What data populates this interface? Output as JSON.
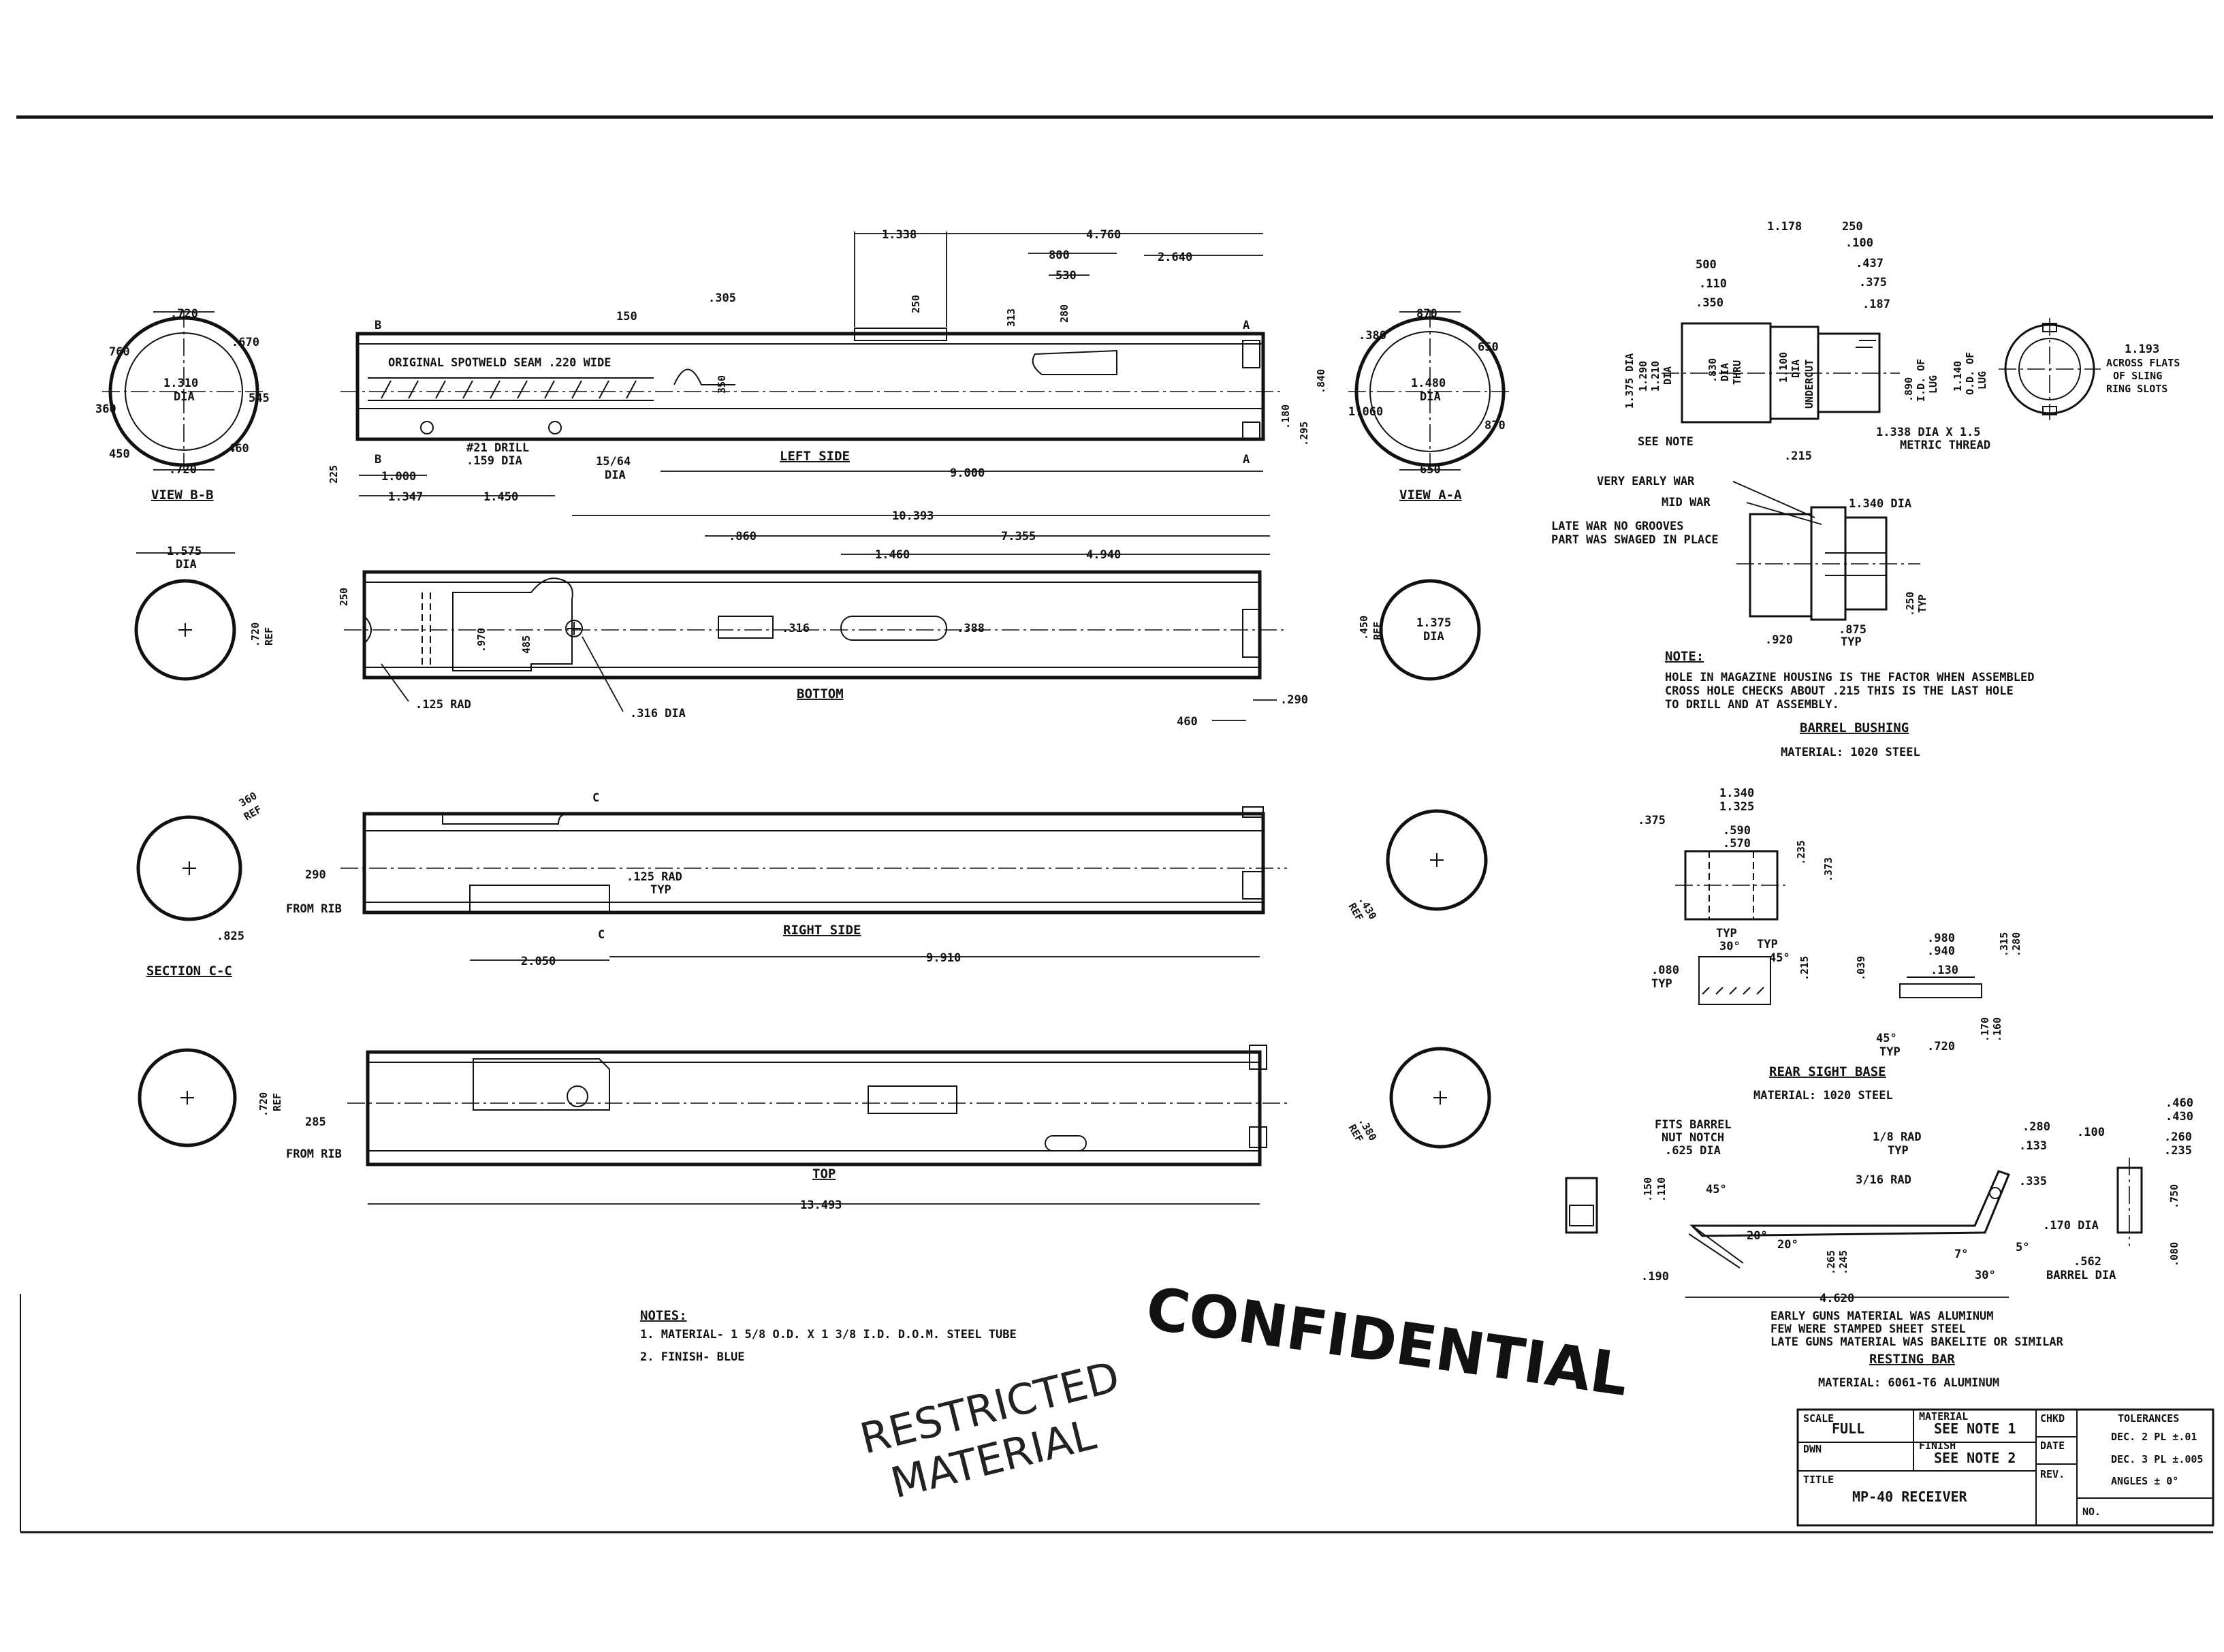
{
  "views": {
    "view_bb": {
      "title": "VIEW B-B",
      "dims": [
        ".720",
        "760",
        ".670",
        "1.310",
        "DIA",
        "545",
        "360",
        "460",
        "450",
        ".720"
      ]
    },
    "view_aa": {
      "title": "VIEW A-A",
      "dims": [
        "870",
        ".380",
        "650",
        "1.480",
        "DIA",
        "1.060",
        "870",
        "650"
      ]
    },
    "left_side": {
      "title": "LEFT SIDE",
      "seam_note": "ORIGINAL SPOTWELD SEAM .220 WIDE",
      "dims": [
        "1.338",
        "4.760",
        "800",
        "530",
        "2.640",
        "150",
        ".305",
        "313",
        "280",
        "250",
        "350",
        ".840",
        ".295",
        ".180",
        "225",
        "1.000",
        "1.347",
        "1.450",
        "9.000"
      ],
      "callouts": [
        "#21 DRILL",
        ".159 DIA",
        "15/64",
        "DIA"
      ],
      "section_marks": [
        "B",
        "B",
        "A",
        "A"
      ]
    },
    "bottom": {
      "title": "BOTTOM",
      "dims": [
        "10.393",
        ".860",
        "7.355",
        "1.460",
        "4.940",
        "250",
        ".970",
        "485",
        ".316",
        ".388",
        "460",
        ".290"
      ],
      "callouts": [
        ".125 RAD",
        ".316 DIA"
      ],
      "left_circle": [
        "1.575",
        "DIA",
        ".720",
        "REF"
      ],
      "right_circle": [
        ".450",
        "REF",
        "1.375",
        "DIA"
      ]
    },
    "right_side": {
      "title": "RIGHT SIDE",
      "dims": [
        "290",
        "FROM RIB",
        "2.050",
        "9.910"
      ],
      "callouts": [
        ".125 RAD",
        "TYP"
      ],
      "section_marks": [
        "C",
        "C"
      ],
      "section_title": "SECTION C-C",
      "section_dims": [
        "360",
        "REF",
        ".825",
        ".430",
        "REF"
      ]
    },
    "top": {
      "title": "TOP",
      "dims": [
        "285",
        "FROM RIB",
        "13.493",
        ".720",
        "REF",
        ".380",
        "REF"
      ]
    }
  },
  "barrel_bushing": {
    "dims": [
      "1.178",
      "250",
      ".100",
      "500",
      ".110",
      ".350",
      ".437",
      ".375",
      ".187",
      "1.375 DIA",
      "1.290",
      "1.210",
      "DIA",
      ".830",
      "DIA",
      "THRU",
      "1.100",
      "DIA",
      "UNDERCUT",
      ".890",
      "I.D. OF",
      "LUG",
      "1.140",
      "O.D. OF",
      "LUG",
      "1.193",
      "ACROSS FLATS",
      "OF SLING",
      "RING SLOTS",
      "SEE NOTE",
      ".215",
      "1.338 DIA X 1.5",
      "METRIC THREAD"
    ],
    "labels": [
      "VERY EARLY WAR",
      "MID WAR",
      "LATE WAR NO GROOVES",
      "PART WAS SWAGED IN PLACE"
    ],
    "dims2": [
      "1.340 DIA",
      ".920",
      ".875",
      "TYP",
      ".250",
      "TYP"
    ],
    "note_title": "NOTE:",
    "note_lines": [
      "HOLE IN MAGAZINE HOUSING IS THE FACTOR WHEN ASSEMBLED",
      "CROSS HOLE CHECKS ABOUT .215 THIS IS THE LAST HOLE",
      "TO DRILL AND AT ASSEMBLY."
    ],
    "title": "BARREL BUSHING",
    "material": "MATERIAL: 1020 STEEL"
  },
  "rear_sight_base": {
    "dims": [
      "1.340",
      "1.325",
      ".375",
      ".590",
      ".570",
      ".235",
      ".373",
      ".080",
      "TYP",
      "TYP",
      "30°",
      "TYP",
      "45°",
      ".215",
      ".039",
      ".980",
      ".940",
      ".130",
      ".315",
      ".280",
      "45°",
      "TYP",
      ".720",
      ".170",
      ".160"
    ],
    "title": "REAR SIGHT BASE",
    "material": "MATERIAL: 1020 STEEL"
  },
  "resting_bar": {
    "dims": [
      "FITS BARREL",
      "NUT NOTCH",
      ".625 DIA",
      ".280",
      "1/8 RAD",
      "TYP",
      ".133",
      "3/16 RAD",
      ".335",
      ".150",
      ".110",
      "45°",
      "20°",
      "20°",
      ".265",
      ".245",
      "7°",
      "30°",
      "5°",
      ".170 DIA",
      ".190",
      "4.620",
      ".100",
      ".460",
      ".430",
      ".260",
      ".235",
      ".750",
      ".080",
      ".562",
      "BARREL DIA"
    ],
    "notes": [
      "EARLY GUNS MATERIAL WAS ALUMINUM",
      "FEW WERE STAMPED SHEET STEEL",
      "LATE GUNS MATERIAL WAS BAKELITE OR SIMILAR"
    ],
    "title": "RESTING BAR",
    "material": "MATERIAL: 6061-T6 ALUMINUM"
  },
  "notes": {
    "heading": "NOTES:",
    "lines": [
      "1. MATERIAL- 1 5/8 O.D. X 1 3/8 I.D. D.O.M. STEEL TUBE",
      "2. FINISH- BLUE"
    ]
  },
  "stamps": {
    "confidential": "CONFIDENTIAL",
    "restricted_1": "RESTRICTED",
    "restricted_2": "MATERIAL"
  },
  "title_block": {
    "scale_label": "SCALE",
    "scale": "FULL",
    "material_label": "MATERIAL",
    "material": "SEE NOTE 1",
    "chkd_label": "CHKD",
    "date_label": "DATE",
    "drn_label": "DWN",
    "finish_label": "FINISH",
    "finish": "SEE NOTE 2",
    "title_label": "TITLE",
    "title": "MP-40 RECEIVER",
    "rev_label": "REV.",
    "no_label": "NO.",
    "tol_label": "TOLERANCES",
    "tol_lines": [
      "DEC. 2 PL ±.01",
      "DEC. 3 PL ±.005",
      "ANGLES ± 0°"
    ]
  }
}
